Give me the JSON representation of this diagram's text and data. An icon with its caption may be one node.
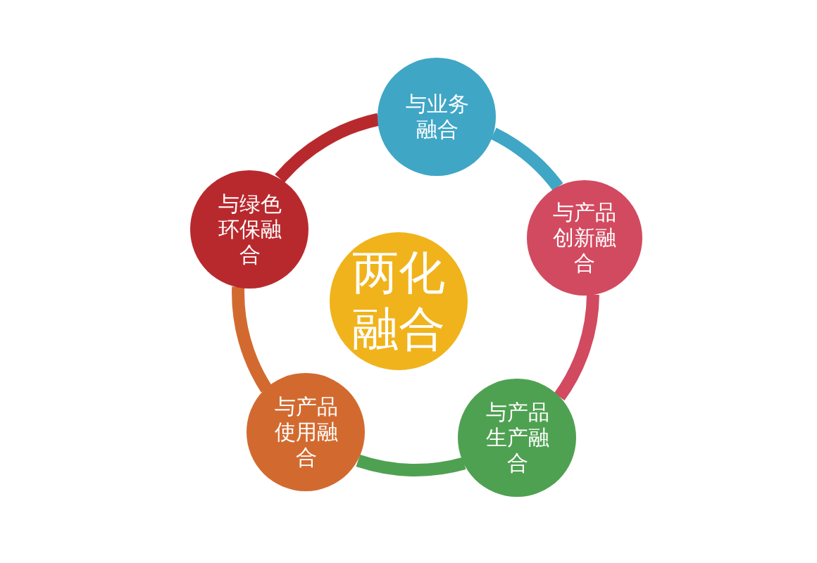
{
  "diagram": {
    "nodes": [
      {
        "text": [
          "两化融合"
        ]
      },
      {
        "text": [
          "与业务融合"
        ]
      },
      {
        "text": [
          "与产品创新融合"
        ]
      },
      {
        "text": [
          "与产品生产融合"
        ]
      },
      {
        "text": [
          "与产品使用融合"
        ]
      },
      {
        "text": [
          "与绿色环保融合"
        ]
      }
    ],
    "edges": [
      {
        "from": 1,
        "to": 2,
        "arrow": "none",
        "color": "#3fa6c6"
      },
      {
        "from": 2,
        "to": 3,
        "arrow": "none",
        "color": "#d24a60"
      },
      {
        "from": 3,
        "to": 4,
        "arrow": "none",
        "color": "#4fa152"
      },
      {
        "from": 4,
        "to": 5,
        "arrow": "none",
        "color": "#d26a30"
      },
      {
        "from": 5,
        "to": 1,
        "arrow": "none",
        "color": "#b8292e"
      }
    ]
  }
}
